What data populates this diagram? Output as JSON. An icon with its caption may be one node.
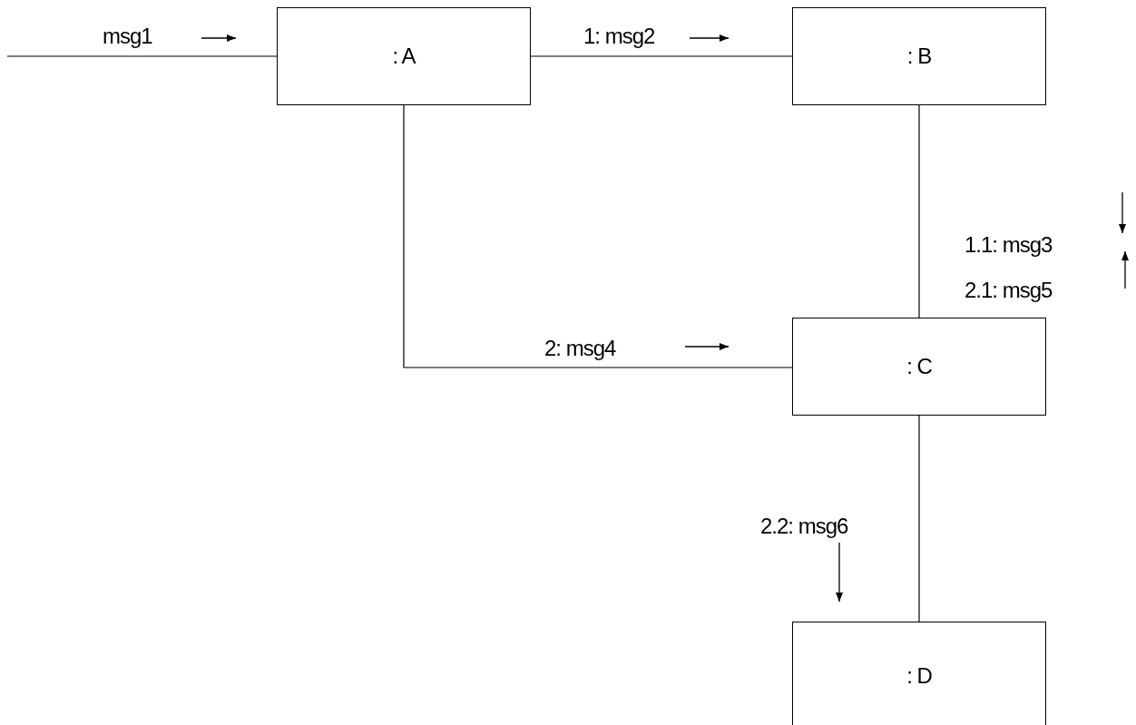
{
  "diagram": {
    "nodes": [
      {
        "text": [
          ": A"
        ]
      },
      {
        "text": [
          ": B"
        ]
      },
      {
        "text": [
          ": C"
        ]
      },
      {
        "text": [
          ": D"
        ]
      }
    ],
    "edges": [
      {
        "from": null,
        "to": 0,
        "arrow": "none",
        "label": "msg1"
      },
      {
        "from": 0,
        "to": 1,
        "arrow": "none",
        "label": "1: msg2"
      },
      {
        "from": 1,
        "to": 2,
        "arrow": "none",
        "label": "1.1: msg3"
      },
      {
        "from": 0,
        "to": 2,
        "arrow": "none",
        "label": "2: msg4"
      },
      {
        "from": 2,
        "to": 3,
        "arrow": "none",
        "label": "2.2: msg6"
      }
    ],
    "labels": [
      "2.1: msg5"
    ]
  }
}
